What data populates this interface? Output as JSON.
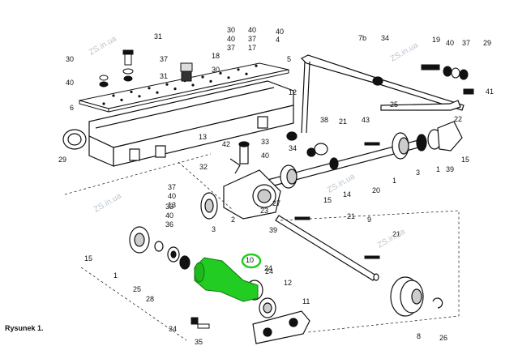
{
  "figure": {
    "caption": "Rysunek 1."
  },
  "watermarks": [
    "ZS.in.ua",
    "ZS.in.ua",
    "ZS.in.ua",
    "ZS.in.ua",
    "ZS.in.ua"
  ],
  "highlight": {
    "part_number": "10",
    "color": "#22cc22"
  },
  "callouts": [
    "31",
    "30",
    "40",
    "37",
    "30",
    "40",
    "37",
    "31",
    "40",
    "37",
    "17",
    "18",
    "30",
    "40",
    "4",
    "5",
    "6",
    "12",
    "29",
    "13",
    "33",
    "40",
    "42",
    "32",
    "37",
    "40",
    "13",
    "33",
    "40",
    "36",
    "34",
    "38",
    "21",
    "43",
    "7b",
    "34",
    "19",
    "40",
    "37",
    "29",
    "41",
    "25",
    "22",
    "1",
    "3",
    "39",
    "15",
    "1",
    "14",
    "20",
    "15",
    "24",
    "27",
    "23",
    "2",
    "3",
    "39",
    "21",
    "9",
    "21",
    "15",
    "1",
    "25",
    "28",
    "10",
    "24",
    "12",
    "34",
    "35",
    "8",
    "26",
    "11"
  ]
}
